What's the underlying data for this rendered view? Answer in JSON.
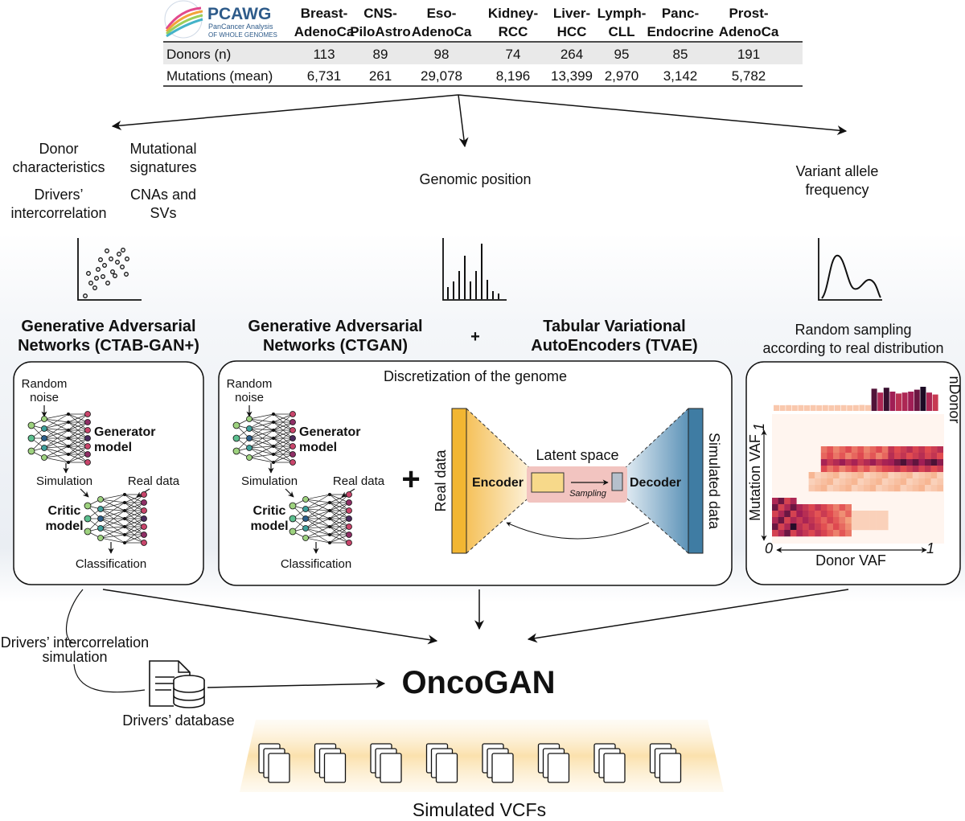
{
  "pcawg": {
    "logo_title": "PCAWG",
    "logo_sub1": "PanCancer Analysis",
    "logo_sub2": "OF WHOLE GENOMES",
    "columns": [
      {
        "line1": "Breast-",
        "line2": "AdenoCa",
        "donors": "113",
        "mutations": "6,731"
      },
      {
        "line1": "CNS-",
        "line2": "PiloAstro",
        "donors": "89",
        "mutations": "261"
      },
      {
        "line1": "Eso-",
        "line2": "AdenoCa",
        "donors": "98",
        "mutations": "29,078"
      },
      {
        "line1": "Kidney-",
        "line2": "RCC",
        "donors": "74",
        "mutations": "8,196"
      },
      {
        "line1": "Liver-",
        "line2": "HCC",
        "donors": "264",
        "mutations": "13,399"
      },
      {
        "line1": "Lymph-",
        "line2": "CLL",
        "donors": "95",
        "mutations": "2,970"
      },
      {
        "line1": "Panc-",
        "line2": "Endocrine",
        "donors": "85",
        "mutations": "3,142"
      },
      {
        "line1": "Prost-",
        "line2": "AdenoCa",
        "donors": "191",
        "mutations": "5,782"
      }
    ],
    "row_donors": "Donors (n)",
    "row_mutations": "Mutations (mean)"
  },
  "features": {
    "left": {
      "donor_line1": "Donor",
      "donor_line2": "characteristics",
      "sig_line1": "Mutational",
      "sig_line2": "signatures",
      "drivers_line1": "Drivers’",
      "drivers_line2": "intercorrelation",
      "cna_line1": "CNAs and",
      "cna_line2": "SVs"
    },
    "middle": "Genomic position",
    "right_line1": "Variant allele",
    "right_line2": "frequency"
  },
  "models": {
    "left_title_line1": "Generative Adversarial",
    "left_title_line2": "Networks (CTAB-GAN+)",
    "mid_title_line1": "Generative Adversarial",
    "mid_title_line2": "Networks (CTGAN)",
    "plus": "+",
    "tvae_line1": "Tabular Variational",
    "tvae_line2": "AutoEncoders (TVAE)",
    "right_title_line1": "Random sampling",
    "right_title_line2": "according to real distribution"
  },
  "gan": {
    "noise_line1": "Random",
    "noise_line2": "noise",
    "generator_line1": "Generator",
    "generator_line2": "model",
    "simulation": "Simulation",
    "real_data": "Real data",
    "critic_line1": "Critic",
    "critic_line2": "model",
    "classification": "Classification"
  },
  "middle_box": {
    "title": "Discretization of the genome",
    "plus": "+",
    "real_data": "Real data",
    "encoder": "Encoder",
    "latent": "Latent space",
    "sampling": "Sampling",
    "decoder": "Decoder",
    "simulated": "Simulated data"
  },
  "heatmap": {
    "ndonor": "nDonor",
    "y_label": "Mutation VAF",
    "x_label": "Donor VAF",
    "y_max": "1",
    "x_min": "0",
    "x_max": "1",
    "ndonor_levels": [
      0.05,
      0.04,
      0.05,
      0.04,
      0.05,
      0.04,
      0.05,
      0.04,
      0.05,
      0.04,
      0.05,
      0.05,
      0.04,
      0.05,
      0.06,
      0.05,
      0.9,
      0.7,
      0.95,
      0.75,
      0.65,
      0.7,
      0.75,
      0.85,
      1.0,
      0.7,
      0.6
    ]
  },
  "bottom": {
    "drivers_sim_line1": "Drivers’ intercorrelation",
    "drivers_sim_line2": "simulation",
    "drivers_db": "Drivers’ database",
    "oncogan": "OncoGAN",
    "vcfs": "Simulated VCFs"
  },
  "colors": {
    "encoder": "#f2b632",
    "decoder": "#3f7ca3",
    "latent_bg": "#f2c4c0",
    "latent_box": "#f7d98a",
    "latent_small": "#b5c0cc",
    "heat_max": "#1d0b25"
  }
}
